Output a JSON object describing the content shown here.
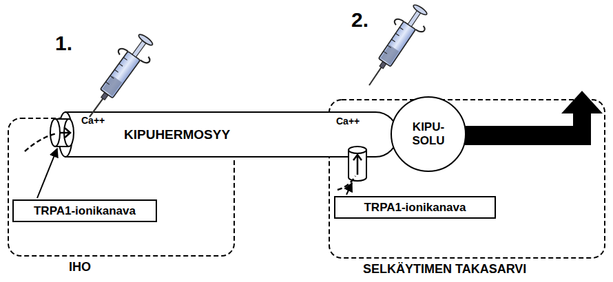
{
  "diagram": {
    "nodes": [
      {
        "text": [
          "IHO"
        ]
      },
      {
        "text": [
          "TRPA1-ionikanava"
        ],
        "in": 0
      },
      {
        "text": [
          "KIPUHERMOSYY"
        ]
      },
      {
        "text": [
          "SELKÄYTIMEN TAKASARVI"
        ]
      },
      {
        "text": [
          "KIPU- SOLU"
        ],
        "in": 3
      },
      {
        "text": [
          "TRPA1-ionikanava"
        ],
        "in": 3
      }
    ],
    "labels": [
      "1.",
      "2.",
      "Ca++",
      "Ca++"
    ]
  }
}
